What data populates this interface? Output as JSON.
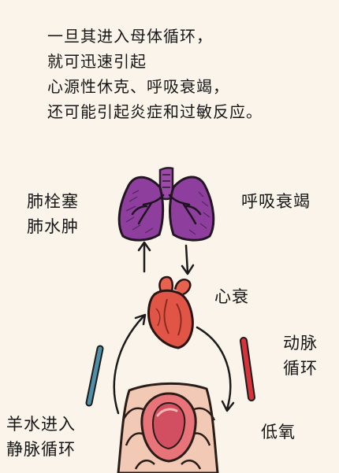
{
  "headline": {
    "lines": [
      "一旦其进入母体循环，",
      "就可迅速引起",
      "心源性休克、呼吸衰竭，",
      "还可能引起炎症和过敏反应。"
    ]
  },
  "labels": {
    "pulmonary_embolism": [
      "肺栓塞",
      "肺水肿"
    ],
    "respiratory_failure": "呼吸衰竭",
    "heart_failure": "心衰",
    "arterial_circulation": [
      "动脉",
      "循环"
    ],
    "hypoxia": "低氧",
    "amniotic_fluid_entry": [
      "羊水进入",
      "静脉循环"
    ]
  },
  "colors": {
    "background": "#fbf4ea",
    "lungs": "#8e3f9e",
    "heart": "#e05545",
    "uterus": "#e8747a",
    "vein": "#4f8fa8",
    "artery": "#d6343a",
    "skin": "#f1c9b5"
  },
  "icons": [
    "lungs-icon",
    "heart-icon",
    "uterus-icon",
    "arrow-icon"
  ]
}
